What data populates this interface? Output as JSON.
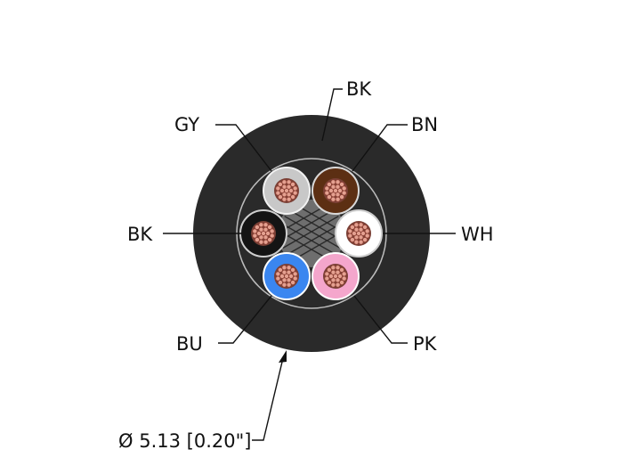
{
  "labels": {
    "top": "BK",
    "top_left": "GY",
    "top_right": "BN",
    "left": "BK",
    "right": "WH",
    "bottom_left": "BU",
    "bottom_right": "PK",
    "diameter": "Ø 5.13 [0.20\"]"
  },
  "colors": {
    "jacket": "#2a2a2a",
    "gray": "#c8c8c8",
    "brown": "#5c2f13",
    "white": "#ffffff",
    "black": "#141414",
    "blue": "#3a86f0",
    "pink": "#f4a6cc",
    "filler": "#6e6e6e",
    "copper": "#e4a090"
  }
}
